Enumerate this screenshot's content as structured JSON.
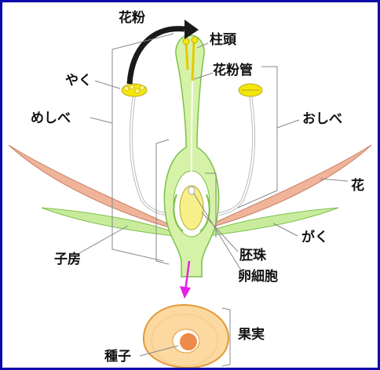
{
  "labels": {
    "pollen": "花粉",
    "stigma": "柱頭",
    "pollen_tube": "花粉管",
    "anther": "やく",
    "pistil": "めしべ",
    "stamen": "おしべ",
    "petal": "花",
    "ovary": "子房",
    "sepal": "がく",
    "ovule": "胚珠",
    "egg_cell": "卵細胞",
    "fruit": "果実",
    "seed": "種子"
  },
  "colors": {
    "frame": "#0a0aa8",
    "pistil_fill": "#d6f2a8",
    "pistil_stroke": "#7cc04a",
    "pollen_yellow": "#f5e60a",
    "petal": "#f0b49a",
    "sepal": "#c9ec9c",
    "arrow_magenta": "#e81ee8",
    "fruit_fill": "#fbd9a0",
    "fruit_stroke": "#e39a3a",
    "seed_fill": "#ee8a4a",
    "leader_line": "#888888"
  }
}
